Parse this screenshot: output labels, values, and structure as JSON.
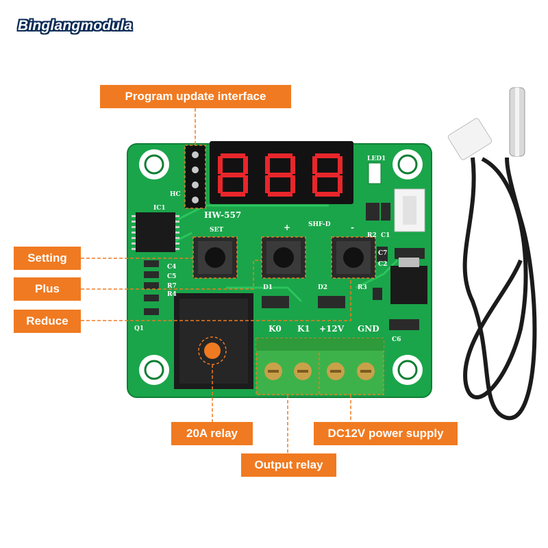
{
  "watermark": "Binglangmodula",
  "callouts": {
    "program_update": "Program update interface",
    "setting": "Setting",
    "plus": "Plus",
    "reduce": "Reduce",
    "relay_20a": "20A relay",
    "dc12v": "DC12V power supply",
    "output_relay": "Output relay"
  },
  "board": {
    "model": "HW-557",
    "header_label": "HC",
    "ic_label": "IC1",
    "led_label": "LED1",
    "button_labels": {
      "set": "SET",
      "plus": "+",
      "minus": "-",
      "board_id": "SHF-D"
    },
    "component_labels": [
      "C4",
      "C5",
      "R7",
      "R4",
      "Q1",
      "D1",
      "D2",
      "R3",
      "R2",
      "C1",
      "C7",
      "C2",
      "C6"
    ],
    "terminal_labels": [
      "K0",
      "K1",
      "+12V",
      "GND"
    ]
  },
  "colors": {
    "callout": "#f07a21",
    "pcb": "#1aa54a",
    "digit": "#e8262b",
    "relay": "#1c1c1c",
    "terminal": "#3db24a"
  }
}
